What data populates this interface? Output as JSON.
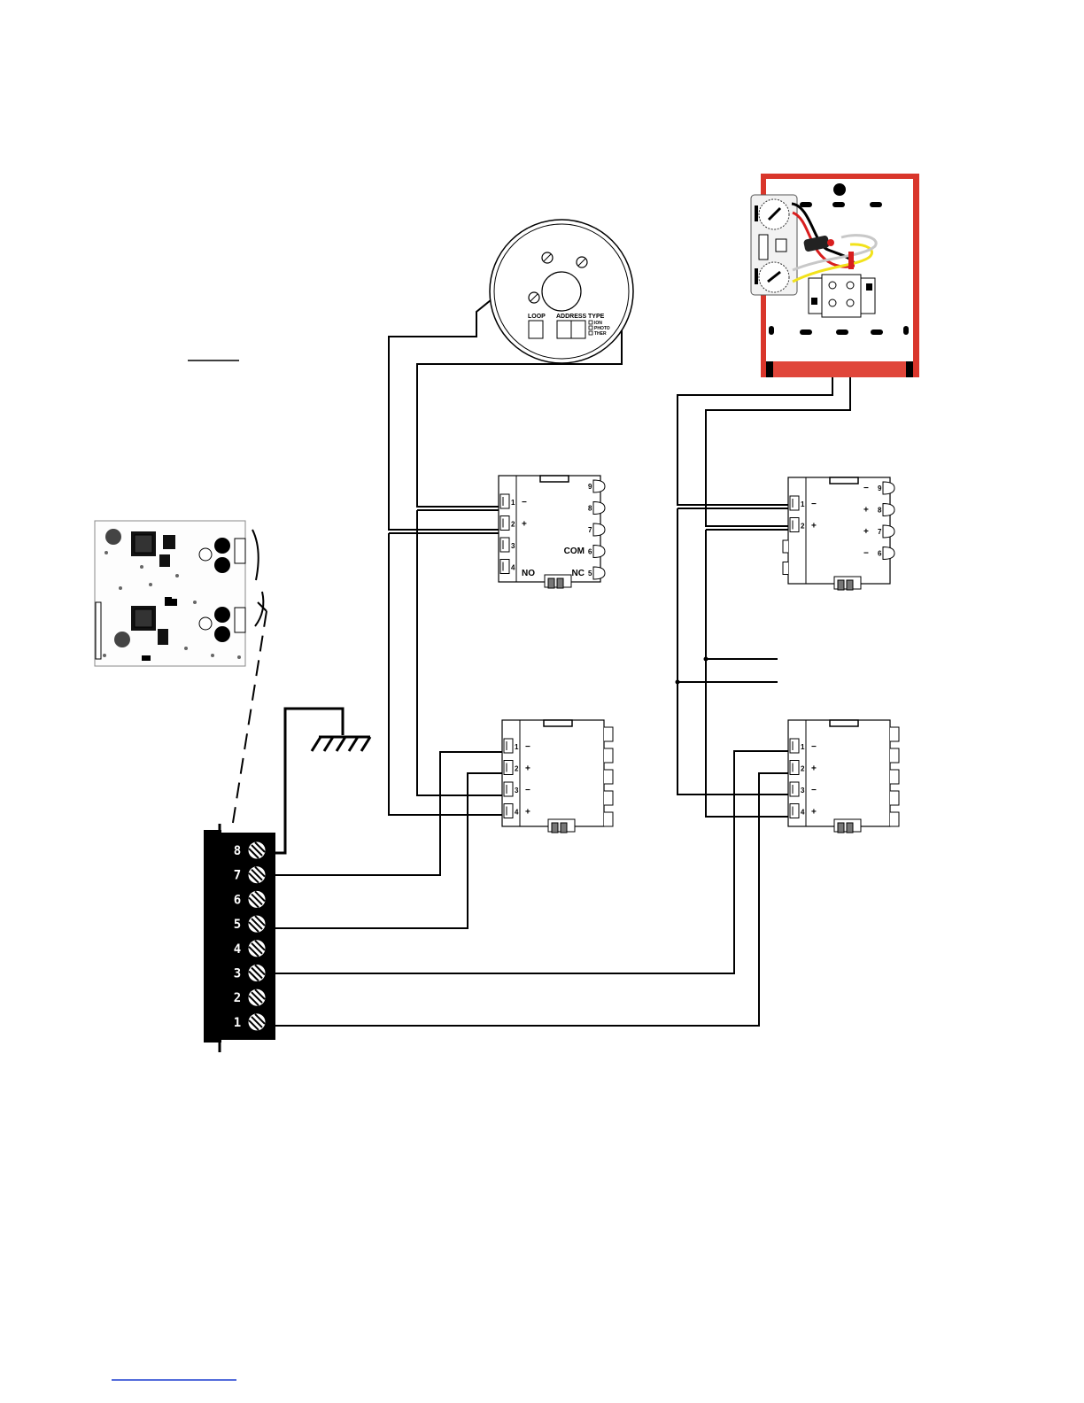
{
  "smoke_detector": {
    "labels": {
      "loop": "LOOP",
      "address": "ADDRESS",
      "type": "TYPE",
      "type_options": [
        "ION",
        "PHOTO",
        "THER"
      ]
    }
  },
  "module_top_left": {
    "left_terminals": [
      "1",
      "2",
      "3",
      "4"
    ],
    "left_signs": [
      "−",
      "+",
      "",
      ""
    ],
    "right_terminals": [
      "9",
      "8",
      "7",
      "6",
      "5"
    ],
    "com_label": "COM",
    "no_label": "NO",
    "nc_label": "NC"
  },
  "module_top_right": {
    "left_terminals": [
      "1",
      "2"
    ],
    "left_signs": [
      "−",
      "+"
    ],
    "right_terminals": [
      "9",
      "8",
      "7",
      "6"
    ],
    "right_signs": [
      "−",
      "+",
      "+",
      "−"
    ]
  },
  "module_bottom_left": {
    "left_terminals": [
      "1",
      "2",
      "3",
      "4"
    ],
    "left_signs": [
      "−",
      "+",
      "−",
      "+"
    ]
  },
  "module_bottom_right": {
    "left_terminals": [
      "1",
      "2",
      "3",
      "4"
    ],
    "left_signs": [
      "−",
      "+",
      "−",
      "+"
    ]
  },
  "terminal_block": {
    "terminals": [
      "8",
      "7",
      "6",
      "5",
      "4",
      "3",
      "2",
      "1"
    ]
  },
  "colors": {
    "pull_station_red": "#d9362b",
    "wire_black": "#000000",
    "wire_red": "#d81e1e",
    "wire_yellow": "#f2e21b",
    "wire_gray": "#c8c8c8",
    "footer_link": "#1a3ccf"
  }
}
